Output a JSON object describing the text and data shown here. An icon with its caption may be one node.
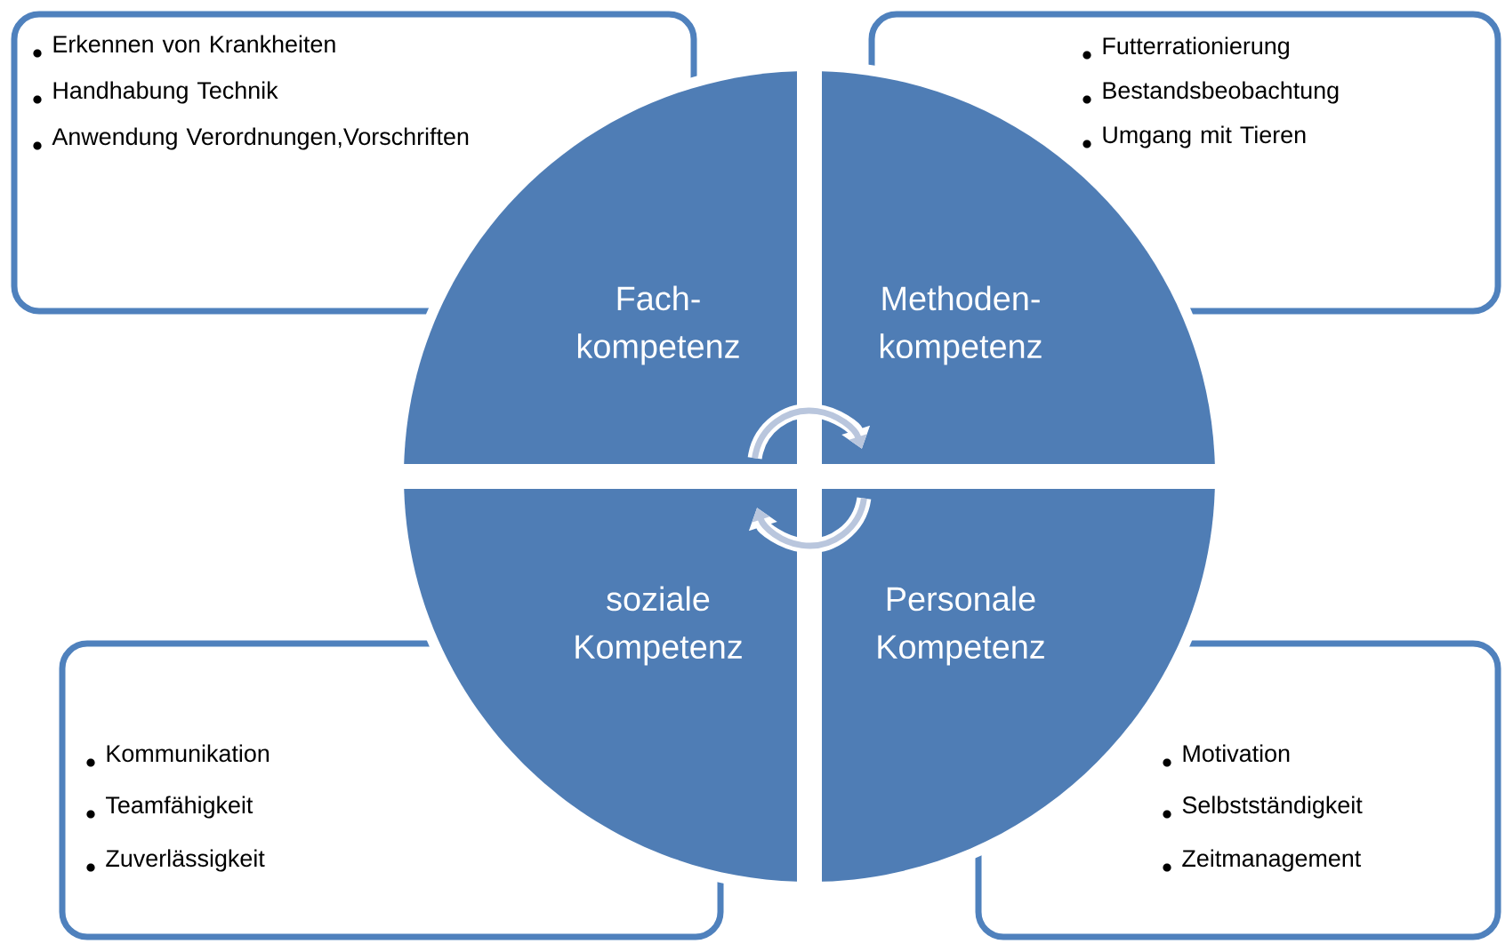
{
  "diagram": {
    "nodes": [
      {
        "text": [
          "Erkennen von Krankheiten",
          "Handhabung Technik",
          "Anwendung Verordnungen,Vorschriften"
        ]
      },
      {
        "text": [
          "Futterrationierung",
          "Bestandsbeobachtung",
          "Umgang mit Tieren"
        ]
      },
      {
        "text": [
          "Kommunikation",
          "Teamfähigkeit",
          "Zuverlässigkeit"
        ]
      },
      {
        "text": [
          "Motivation",
          "Selbstständigkeit",
          "Zeitmanagement"
        ]
      },
      {
        "text": [
          "Fach- kompetenz"
        ]
      },
      {
        "text": [
          "Methoden- kompetenz"
        ]
      },
      {
        "text": [
          "soziale Kompetenz"
        ]
      },
      {
        "text": [
          "Personale Kompetenz"
        ]
      }
    ]
  }
}
